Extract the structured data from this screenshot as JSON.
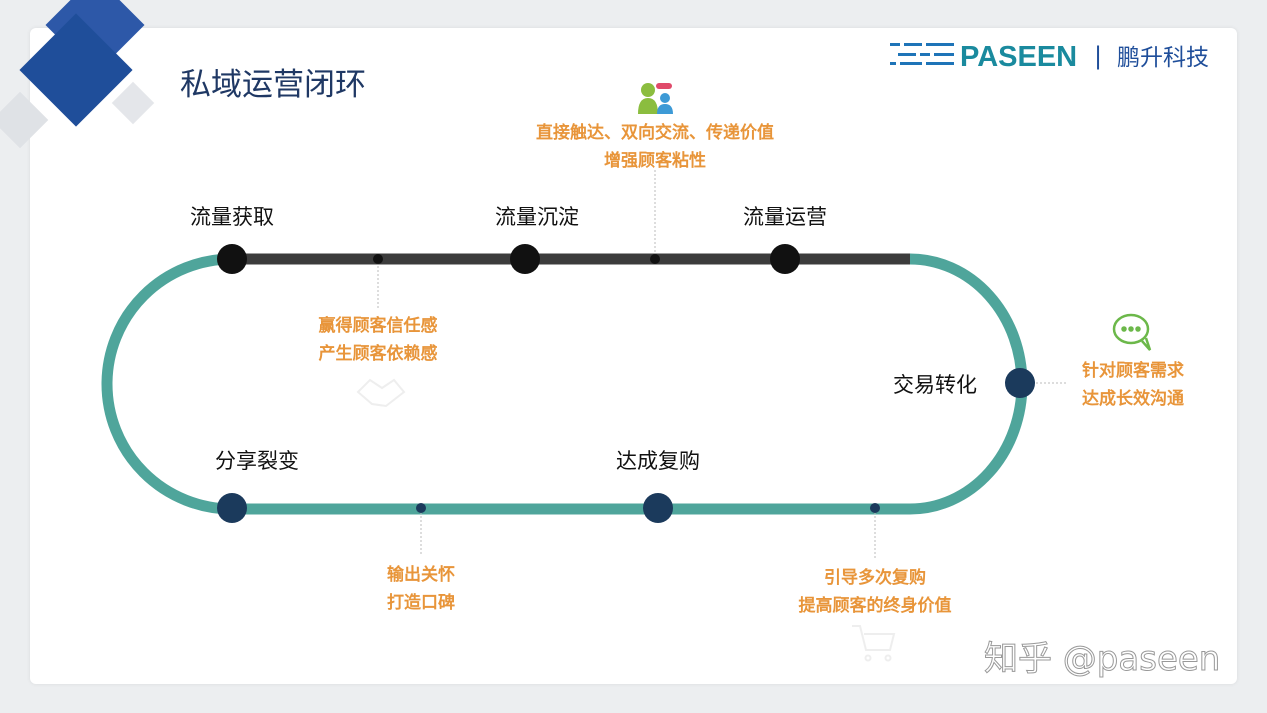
{
  "title": "私域运营闭环",
  "logo": {
    "brand": "PASEEN",
    "separator": "|",
    "company": "鹏升科技"
  },
  "stages": {
    "acquire": "流量获取",
    "settle": "流量沉淀",
    "operate": "流量运营",
    "convert": "交易转化",
    "repurchase": "达成复购",
    "share": "分享裂变"
  },
  "notes": {
    "top": [
      "直接触达、双向交流、传递价值",
      "增强顾客粘性"
    ],
    "trust": [
      "赢得顾客信任感",
      "产生顾客依赖感"
    ],
    "needs": [
      "针对顾客需求",
      "达成长效沟通"
    ],
    "care": [
      "输出关怀",
      "打造口碑"
    ],
    "lifetime": [
      "引导多次复购",
      "提高顾客的终身价值"
    ]
  },
  "watermark": "知乎 @paseen",
  "colors": {
    "track_top": "#3c3c3c",
    "track": "#4fa59b",
    "node_dark": "#111111",
    "node_navy": "#1b3a5c",
    "accent": "#e8953a",
    "title": "#1f3864"
  }
}
